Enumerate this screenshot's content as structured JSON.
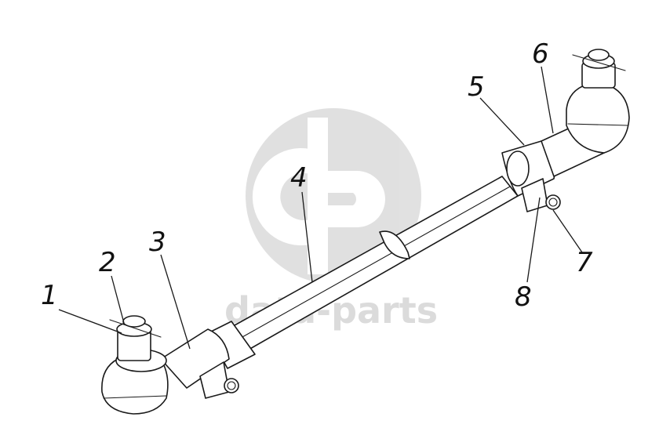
{
  "watermark": {
    "text": "data-parts"
  },
  "callouts": [
    {
      "id": "1",
      "label": "1"
    },
    {
      "id": "2",
      "label": "2"
    },
    {
      "id": "3",
      "label": "3"
    },
    {
      "id": "4",
      "label": "4"
    },
    {
      "id": "5",
      "label": "5"
    },
    {
      "id": "6",
      "label": "6"
    },
    {
      "id": "7",
      "label": "7"
    },
    {
      "id": "8",
      "label": "8"
    }
  ]
}
